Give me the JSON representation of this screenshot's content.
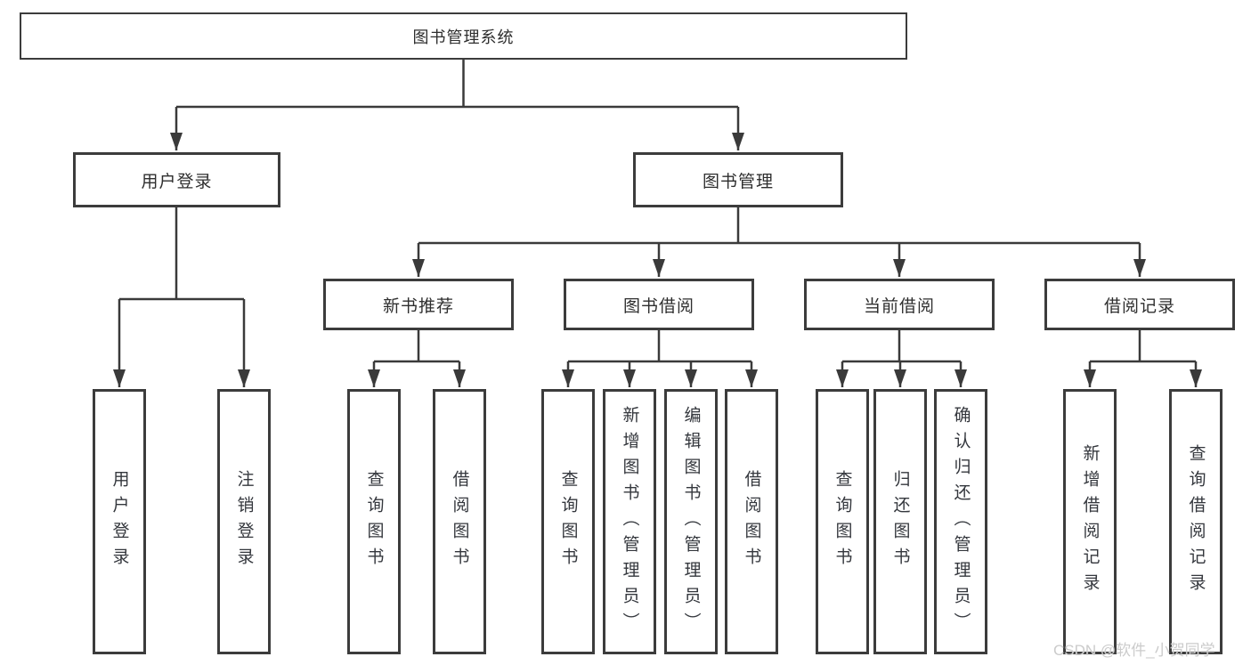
{
  "diagram": {
    "root": {
      "label": "图书管理系统"
    },
    "branches": [
      {
        "label": "用户登录",
        "children": [
          {
            "label": "用户登录"
          },
          {
            "label": "注销登录"
          }
        ]
      },
      {
        "label": "图书管理",
        "groups": [
          {
            "label": "新书推荐",
            "children": [
              {
                "label": "查询图书"
              },
              {
                "label": "借阅图书"
              }
            ]
          },
          {
            "label": "图书借阅",
            "children": [
              {
                "label": "查询图书"
              },
              {
                "label": "新增图书（管理员）"
              },
              {
                "label": "编辑图书（管理员）"
              },
              {
                "label": "借阅图书"
              }
            ]
          },
          {
            "label": "当前借阅",
            "children": [
              {
                "label": "查询图书"
              },
              {
                "label": "归还图书"
              },
              {
                "label": "确认归还（管理员）"
              }
            ]
          },
          {
            "label": "借阅记录",
            "children": [
              {
                "label": "新增借阅记录"
              },
              {
                "label": "查询借阅记录"
              }
            ]
          }
        ]
      }
    ],
    "colors": {
      "line": "#3a3a3a",
      "border": "#3c3c3c",
      "text": "#2e2e2e",
      "background": "#ffffff",
      "watermark": "#cbcbcb"
    },
    "watermark": "CSDN @软件_小贺同学"
  }
}
